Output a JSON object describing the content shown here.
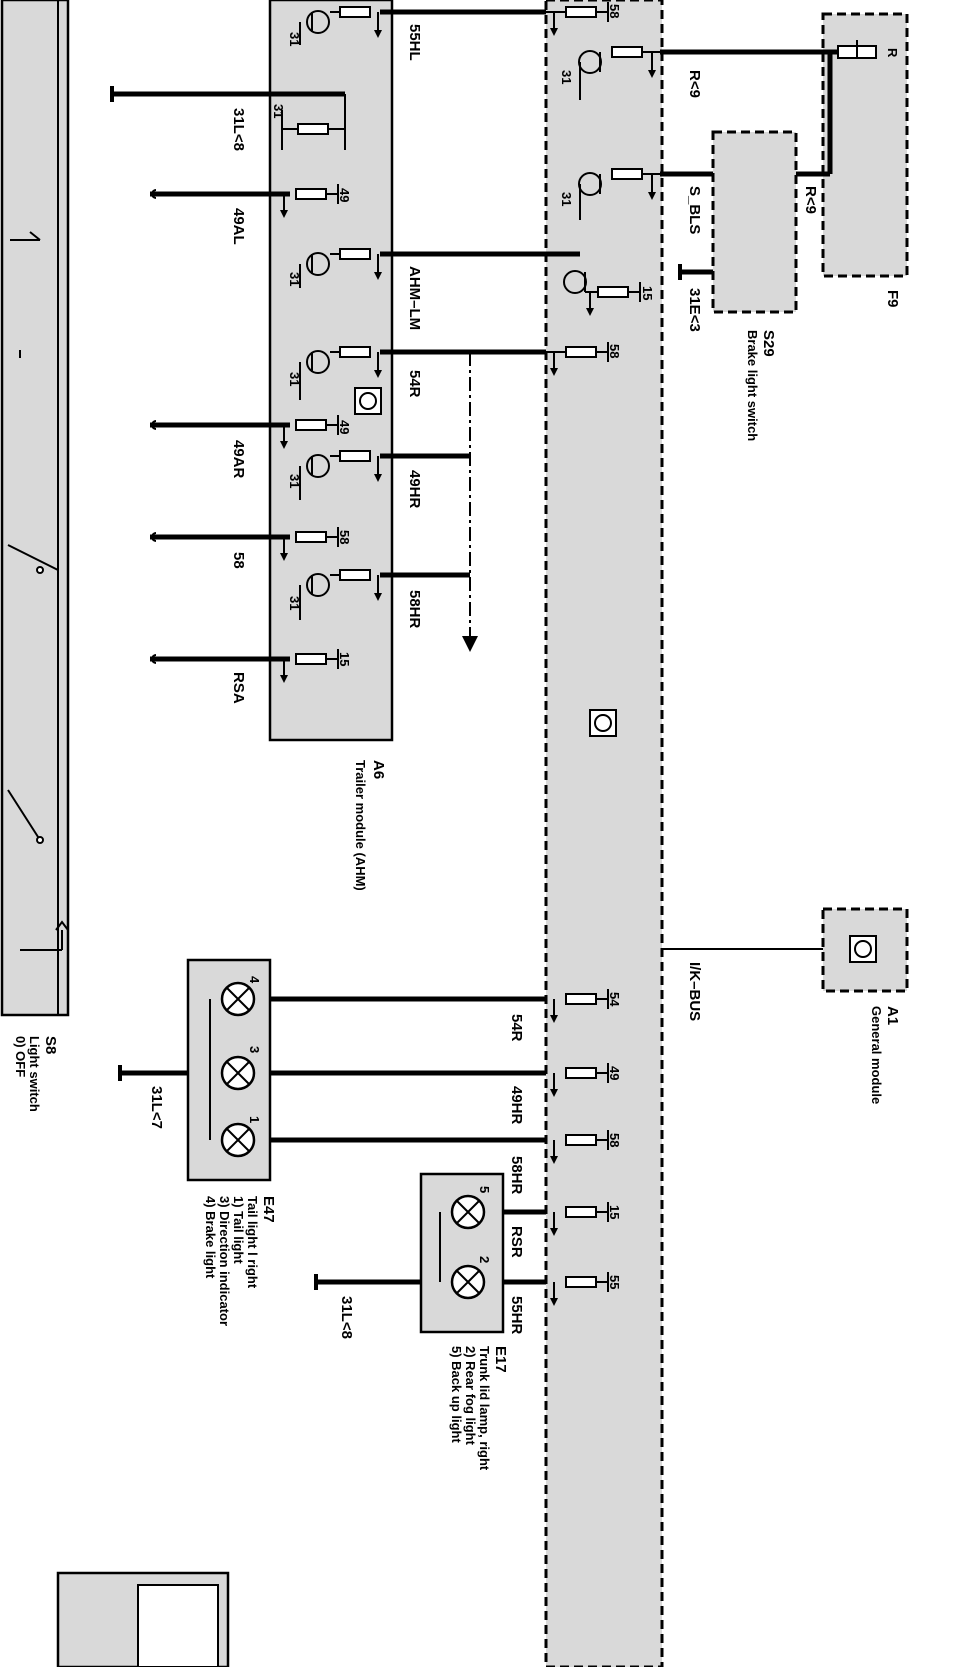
{
  "components": {
    "a6": {
      "id": "A6",
      "name": "Trailer module (AHM)"
    },
    "s29": {
      "id": "S29",
      "name": "Brake light switch"
    },
    "f9": {
      "id": "F9",
      "fuse_label": "R"
    },
    "a1": {
      "id": "A1",
      "name": "General module"
    },
    "s8": {
      "id": "S8",
      "name": "Light switch",
      "position": "0) OFF"
    },
    "e47": {
      "id": "E47",
      "name": "Tail light l right",
      "items": [
        "1) Tail light",
        "3) Direction indicator",
        "4) Brake light"
      ],
      "pins": [
        "4",
        "3",
        "1"
      ]
    },
    "e17": {
      "id": "E17",
      "name": "Trunk lid lamp, right",
      "items": [
        "2) Rear fog light",
        "5) Back up light"
      ],
      "pins": [
        "5",
        "2"
      ]
    }
  },
  "wires": {
    "w55hl": "55HL",
    "w31l8a": "31L<8",
    "w49al": "49AL",
    "w49al_pin": "49",
    "wahm": "AHM–LM",
    "w54r": "54R",
    "w49ar": "49AR",
    "w49hr": "49HR",
    "w58": "58",
    "w58hr": "58HR",
    "wrsa": "RSA",
    "wr9a": "R<9",
    "wsbls": "S_BLS",
    "wr9b": "R<9",
    "w31e3": "31E<3",
    "wikbus": "I/K–BUS",
    "w54rb": "54R",
    "w49hrb": "49HR",
    "w58hrb": "58HR",
    "wrsr": "RSR",
    "w55hr": "55HR",
    "w31l7": "31L<7",
    "w31l8b": "31L<8"
  },
  "pins": {
    "ahm": [
      "31",
      "31",
      "49",
      "31",
      "31",
      "49",
      "31",
      "58",
      "31",
      "15"
    ],
    "gm_top": [
      "58",
      "31",
      "31",
      "15",
      "58"
    ],
    "gm_bottom": [
      "54",
      "49",
      "58",
      "15",
      "55"
    ]
  }
}
